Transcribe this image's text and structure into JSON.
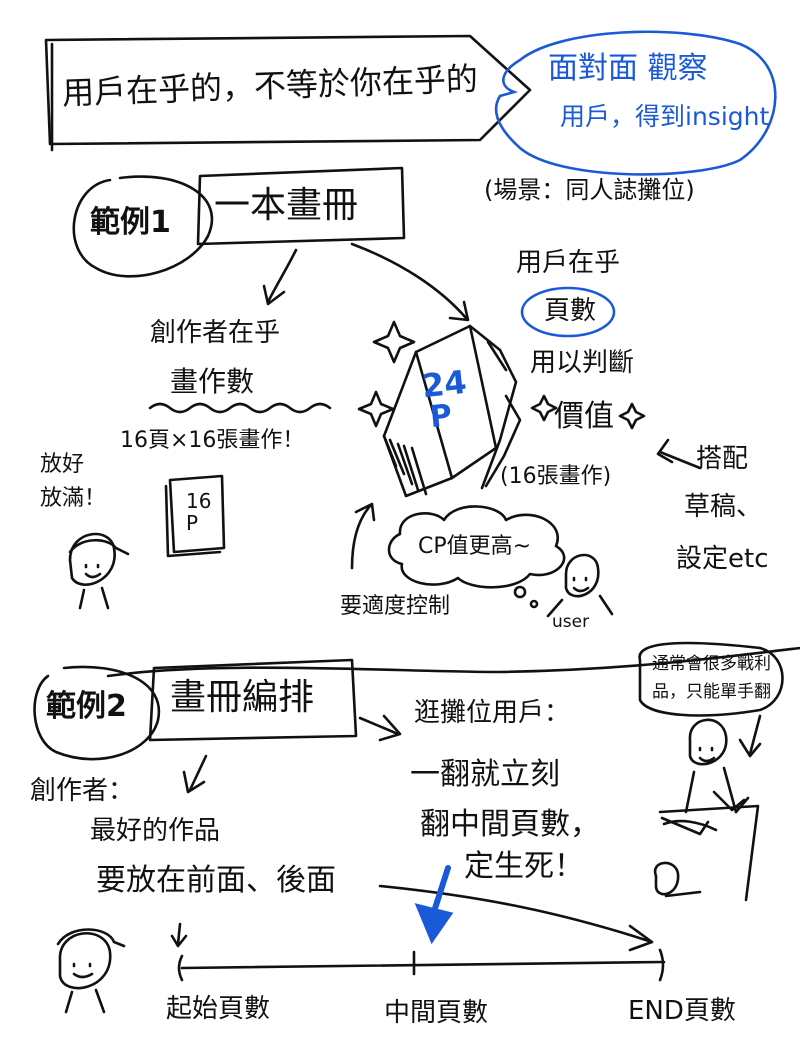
{
  "header": {
    "title": "用戶在乎的，不等於你在乎的",
    "bubble_line1": "面對面 觀察",
    "bubble_line2": "用戶，得到insight"
  },
  "scene": "(場景：同人誌攤位)",
  "example1": {
    "badge": "範例1",
    "title": "一本畫冊",
    "creator_cares": "創作者在乎",
    "creator_item": "畫作數",
    "pages_note": "16頁×16張畫作！",
    "mini_book": "16\nP",
    "stuffed_line1": "放好",
    "stuffed_line2": "放滿！",
    "user_cares": "用戶在乎",
    "user_item": "頁數",
    "judge": "用以判斷",
    "value": "價值",
    "value_note": "(16張畫作)",
    "book_pages_num": "24",
    "book_pages_unit": "P",
    "match_line1": "搭配",
    "match_line2": "草稿、",
    "match_line3": "設定etc",
    "cp_bubble": "CP值更高~",
    "moderate": "要適度控制",
    "user_label": "user"
  },
  "example2": {
    "badge": "範例2",
    "title": "畫冊編排",
    "creator_label": "創作者：",
    "creator_line1": "最好的作品",
    "creator_line2": "要放在前面、後面",
    "visitor_title": "逛攤位用戶：",
    "visitor_line1": "一翻就立刻",
    "visitor_line2": "翻中間頁數，",
    "visitor_line3": "定生死！",
    "note_line1": "通常會很多戰利",
    "note_line2": "品，只能單手翻",
    "timeline_start": "起始頁數",
    "timeline_middle": "中間頁數",
    "timeline_end": "END頁數"
  }
}
